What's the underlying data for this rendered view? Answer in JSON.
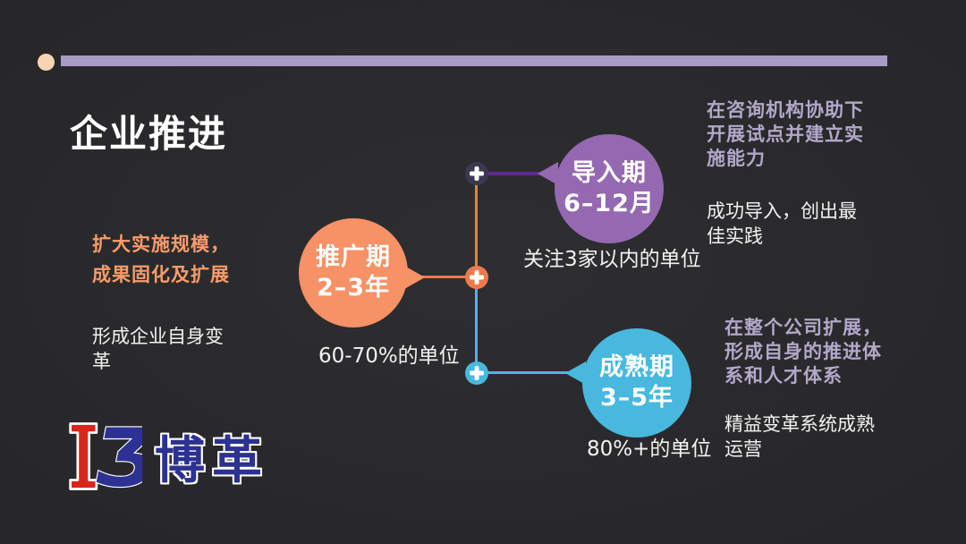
{
  "slide": {
    "title": "企业推进"
  },
  "colors": {
    "background": "#262628",
    "accent_bar": "#a89cc4",
    "accent_dot": "#f6d5b4",
    "phase_import": "#9569b1",
    "phase_import_line": "#5c2b91",
    "phase_import_node": "#3d3751",
    "phase_promotion": "#f79166",
    "phase_promotion_line": "#ee7a4c",
    "phase_maturity": "#48b8df",
    "bold_text_lavender": "#b2a8ca",
    "bold_text_orange": "#f89c6b",
    "body_text": "#f2f2f2"
  },
  "phases": [
    {
      "name": "导入期",
      "duration": "6–12月",
      "label": "导入期\n6–12月",
      "caption": "关注3家以内的单位"
    },
    {
      "name": "推广期",
      "duration": "2–3年",
      "label": "推广期\n2–3年",
      "caption": "60-70%的单位"
    },
    {
      "name": "成熟期",
      "duration": "3–5年",
      "label": "成熟期\n3–5年",
      "caption": "80%+的单位"
    }
  ],
  "annotations": {
    "import": {
      "bold": "在咨询机构协助下\n开展试点并建立实\n施能力",
      "normal": "成功导入，创出最\n佳实践"
    },
    "promotion": {
      "bold": "扩大实施规模，\n成果固化及扩展",
      "normal": "形成企业自身变\n革"
    },
    "maturity": {
      "bold": "在整个公司扩展，\n形成自身的推进体\n系和人才体系",
      "normal": "精益变革系统成熟\n运营"
    }
  },
  "logo": {
    "text": "博革",
    "glyph": "Ʒ"
  }
}
